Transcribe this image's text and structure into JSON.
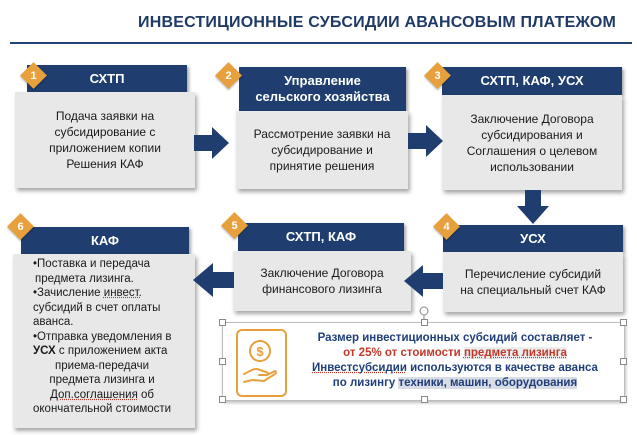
{
  "title": "ИНВЕСТИЦИОННЫЕ СУБСИДИИ АВАНСОВЫМ ПЛАТЕЖОМ",
  "steps": [
    {
      "num": "1",
      "header": "СХТП",
      "body": [
        "Подача заявки на",
        "субсидирование с",
        "приложением  копии",
        "Решения КАФ"
      ]
    },
    {
      "num": "2",
      "header": [
        "Управление",
        "сельского хозяйства"
      ],
      "body": [
        "Рассмотрение заявки на",
        "субсидирование и",
        "принятие решения"
      ]
    },
    {
      "num": "3",
      "header": "СХТП, КАФ, УСХ",
      "body": [
        "Заключение Договора",
        "субсидирования и",
        "Соглашения  о целевом",
        "использовании"
      ]
    },
    {
      "num": "4",
      "header": "УСХ",
      "body": [
        "Перечисление  субсидий",
        "на специальный счет КАФ"
      ]
    },
    {
      "num": "5",
      "header": "СХТП, КАФ",
      "body": [
        "Заключение Договора",
        "финансового лизинга"
      ]
    },
    {
      "num": "6",
      "header": "КАФ",
      "body_items": [
        {
          "bullet": "•",
          "lines": [
            "Поставка и передача",
            "предмета лизинга."
          ]
        },
        {
          "bullet": "•",
          "lines": [
            "Зачисление ",
            "инвест.",
            "субсидий в счет оплаты",
            "аванса."
          ]
        },
        {
          "bullet": "•",
          "lines": [
            "Отправка уведомления в",
            "УСХ",
            " с приложением  акта",
            "приема-передачи",
            "предмета лизинга и",
            "Доп.соглашения",
            " об",
            "окончательной стоимости"
          ]
        }
      ]
    }
  ],
  "info": {
    "line1": "Размер инвестиционных субсидий составляет -",
    "line2a": "от 25% от стоимости ",
    "line2b": "предмета лизинга",
    "line3a": "Инвестсубсидии",
    "line3b": " используются в  качестве аванса",
    "line4a": "по лизингу ",
    "line4b": "техники, машин, оборудования",
    "icon": "money-hand-icon"
  },
  "colors": {
    "header": "#1f3e6f",
    "badge": "#e7a03b",
    "body": "#e8e8e8",
    "title": "#1f3a66"
  }
}
